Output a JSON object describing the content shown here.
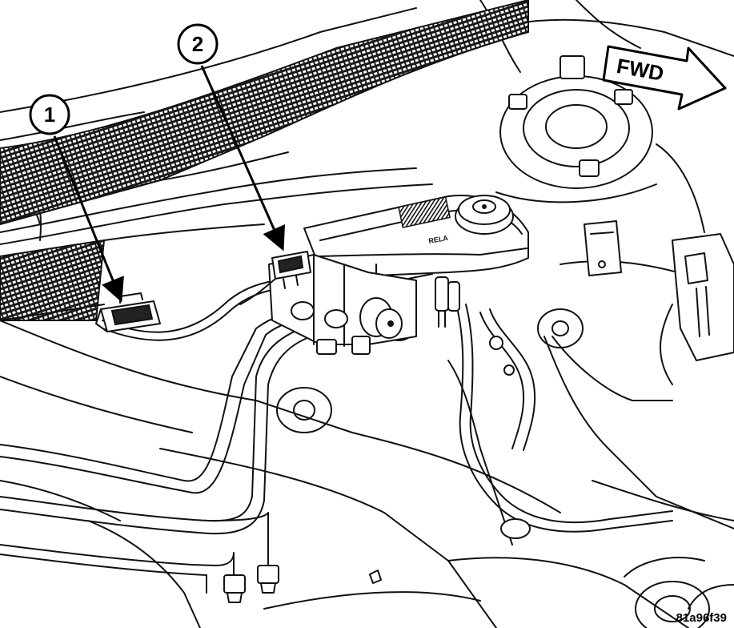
{
  "callouts": [
    {
      "id": "1",
      "label": "1"
    },
    {
      "id": "2",
      "label": "2"
    }
  ],
  "direction": {
    "label": "FWD"
  },
  "reservoir": {
    "cap_label": "",
    "body_label": "RELA"
  },
  "figure_ref": "81a96f39",
  "colors": {
    "line": "#111111",
    "background": "#ffffff",
    "mesh": "#1a1a1a"
  }
}
